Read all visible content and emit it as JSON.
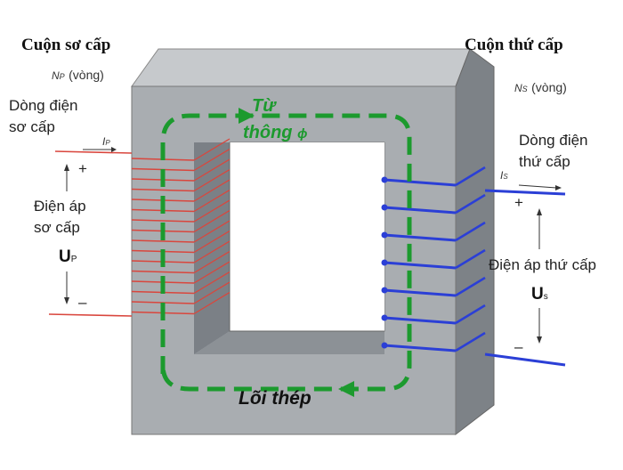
{
  "primary": {
    "title": "Cuộn sơ cấp",
    "turns_symbol": "N",
    "turns_sub": "P",
    "turns_unit": "(vòng)",
    "current_line1": "Dòng điện",
    "current_line2": "sơ cấp",
    "current_symbol": "I",
    "current_sub": "P",
    "voltage_line1": "Điện áp",
    "voltage_line2": "sơ cấp",
    "voltage_symbol": "U",
    "voltage_sub": "P",
    "plus": "+",
    "minus": "–"
  },
  "secondary": {
    "title": "Cuộn thứ cấp",
    "turns_symbol": "N",
    "turns_sub": "S",
    "turns_unit": "(vòng)",
    "current_line1": "Dòng điện",
    "current_line2": "thứ cấp",
    "current_symbol": "I",
    "current_sub": "S",
    "voltage_label": "Điện áp thứ cấp",
    "voltage_symbol": "U",
    "voltage_sub": "s",
    "plus": "+",
    "minus": "–"
  },
  "core": {
    "flux_line1": "Từ",
    "flux_line2": "thông",
    "flux_symbol": "ɸ",
    "label": "Lõi thép"
  },
  "colors": {
    "core_front": "#a8acb0",
    "core_side": "#7c8186",
    "core_top": "#c8cbce",
    "primary_wire": "#d9463d",
    "secondary_wire": "#2b3fd6",
    "flux": "#1c9a2e"
  }
}
